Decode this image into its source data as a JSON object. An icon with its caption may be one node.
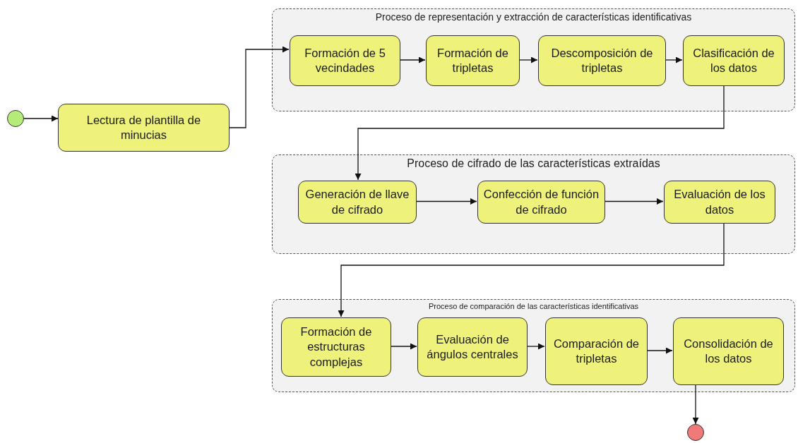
{
  "diagram": {
    "nodes": [
      {
        "text": [],
        "shape": "circle"
      },
      {
        "text": [
          "Lectura de plantilla de minucias"
        ]
      },
      {
        "text": [
          "Proceso de representación y extracción de características identificativas"
        ]
      },
      {
        "text": [
          "Formación de 5 vecindades"
        ],
        "in": 2
      },
      {
        "text": [
          "Formación de tripletas"
        ],
        "in": 2
      },
      {
        "text": [
          "Descomposición de tripletas"
        ],
        "in": 2
      },
      {
        "text": [
          "Clasificación de los datos"
        ],
        "in": 2
      },
      {
        "text": [
          "Proceso de cifrado de las características extraídas"
        ]
      },
      {
        "text": [
          "Generación de llave de cifrado"
        ],
        "in": 7
      },
      {
        "text": [
          "Confección de función de cifrado"
        ],
        "in": 7
      },
      {
        "text": [
          "Evaluación de los datos"
        ],
        "in": 7
      },
      {
        "text": [
          "Proceso de comparación de las características identificativas"
        ]
      },
      {
        "text": [
          "Formación de estructuras complejas"
        ],
        "in": 11
      },
      {
        "text": [
          "Evaluación de ángulos centrales"
        ],
        "in": 11
      },
      {
        "text": [
          "Comparación de tripletas"
        ],
        "in": 11
      },
      {
        "text": [
          "Consolidación de los datos"
        ],
        "in": 11
      },
      {
        "text": [],
        "shape": "circle"
      }
    ],
    "edges": [
      {
        "from": 0,
        "to": 1,
        "arrow": "to"
      },
      {
        "from": 1,
        "to": 3,
        "arrow": "to"
      },
      {
        "from": 3,
        "to": 4,
        "arrow": "to"
      },
      {
        "from": 4,
        "to": 5,
        "arrow": "to"
      },
      {
        "from": 5,
        "to": 6,
        "arrow": "to"
      },
      {
        "from": 6,
        "to": 8,
        "arrow": "to"
      },
      {
        "from": 8,
        "to": 9,
        "arrow": "to"
      },
      {
        "from": 9,
        "to": 10,
        "arrow": "to"
      },
      {
        "from": 10,
        "to": 12,
        "arrow": "to"
      },
      {
        "from": 12,
        "to": 13,
        "arrow": "to"
      },
      {
        "from": 13,
        "to": 14,
        "arrow": "to"
      },
      {
        "from": 14,
        "to": 15,
        "arrow": "to"
      },
      {
        "from": 15,
        "to": 16,
        "arrow": "to"
      }
    ]
  }
}
